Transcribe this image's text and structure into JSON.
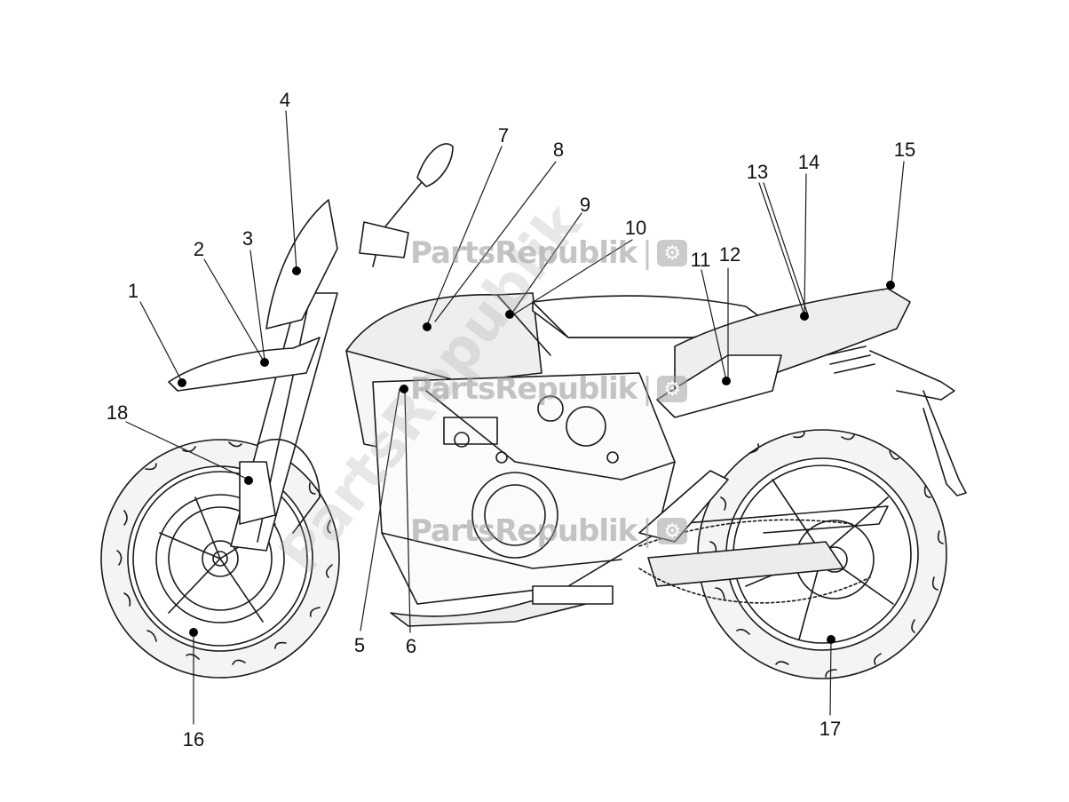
{
  "diagram": {
    "callouts": [
      {
        "id": "c1",
        "label": "1"
      },
      {
        "id": "c2",
        "label": "2"
      },
      {
        "id": "c3",
        "label": "3"
      },
      {
        "id": "c4",
        "label": "4"
      },
      {
        "id": "c5",
        "label": "5"
      },
      {
        "id": "c6",
        "label": "6"
      },
      {
        "id": "c7",
        "label": "7"
      },
      {
        "id": "c8",
        "label": "8"
      },
      {
        "id": "c9",
        "label": "9"
      },
      {
        "id": "c10",
        "label": "10"
      },
      {
        "id": "c11",
        "label": "11"
      },
      {
        "id": "c12",
        "label": "12"
      },
      {
        "id": "c13",
        "label": "13"
      },
      {
        "id": "c14",
        "label": "14"
      },
      {
        "id": "c15",
        "label": "15"
      },
      {
        "id": "c16",
        "label": "16"
      },
      {
        "id": "c17",
        "label": "17"
      },
      {
        "id": "c18",
        "label": "18"
      }
    ]
  },
  "watermark": {
    "text": "PartsRepublik",
    "separator": "|",
    "icon": "gear-icon"
  },
  "colors": {
    "line": "#1a1a1a",
    "wheel_fill": "#f3f3f3",
    "body_fill": "#eeeeee",
    "watermark": "#999999"
  }
}
